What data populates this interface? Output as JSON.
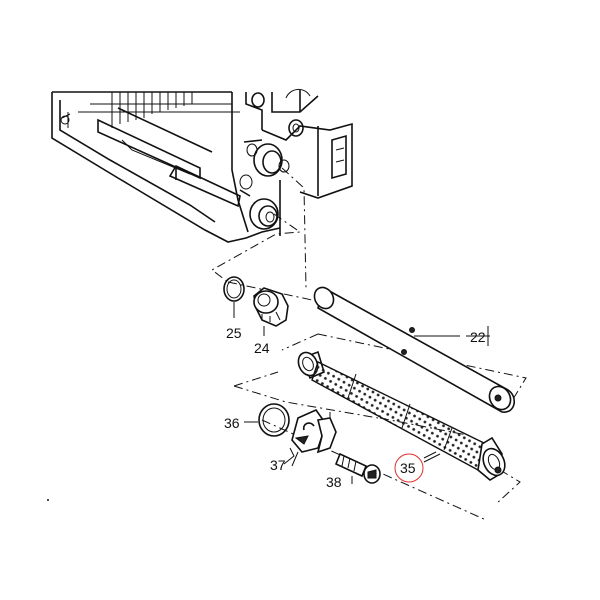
{
  "diagram": {
    "callouts": [
      {
        "id": "22",
        "label": "22"
      },
      {
        "id": "24",
        "label": "24"
      },
      {
        "id": "25",
        "label": "25"
      },
      {
        "id": "35",
        "label": "35",
        "highlighted": true
      },
      {
        "id": "36",
        "label": "36"
      },
      {
        "id": "37",
        "label": "37"
      },
      {
        "id": "38",
        "label": "38"
      }
    ],
    "highlight_color": "#e03030",
    "line_color": "#111111"
  }
}
